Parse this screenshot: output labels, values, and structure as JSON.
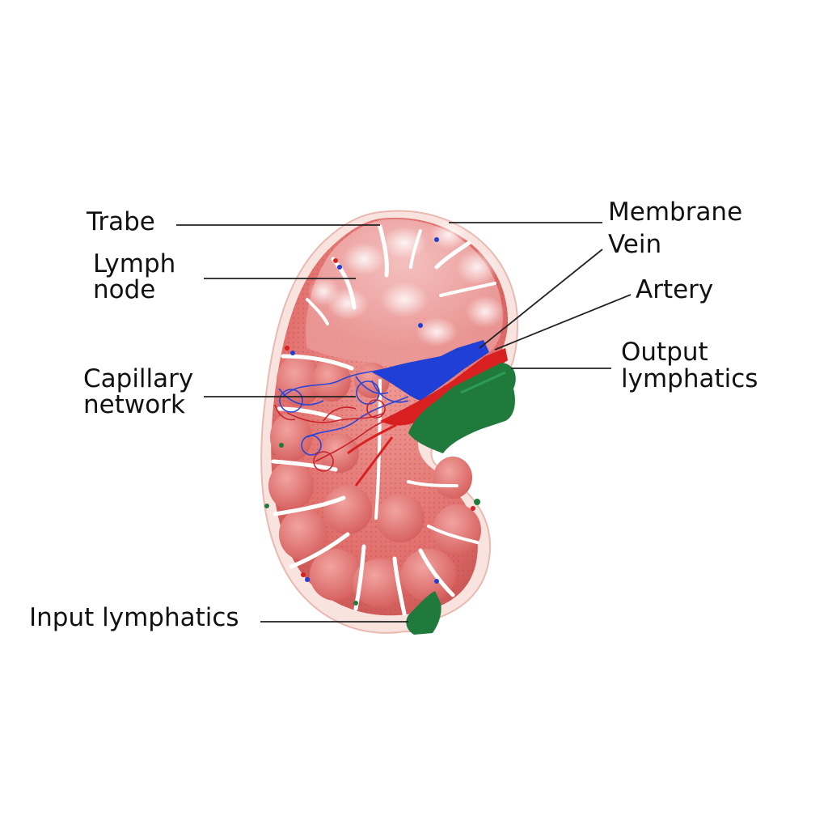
{
  "labels": {
    "trabe": "Trabe",
    "lymph_node_1": "Lymph",
    "lymph_node_2": "node",
    "capillary_1": "Capillary",
    "capillary_2": "network",
    "input_lymphatics": "Input lymphatics",
    "membrane": "Membrane",
    "vein": "Vein",
    "artery": "Artery",
    "output_1": "Output",
    "output_2": "lymphatics"
  },
  "colors": {
    "tissue": "#e77b78",
    "tissue_dark": "#c9504f",
    "capsule": "#f6ddd8",
    "trabecula": "#ffffff",
    "vein": "#1f3fd6",
    "artery": "#d92020",
    "lymphatic": "#1f7a3c",
    "leader_line": "#222222"
  }
}
